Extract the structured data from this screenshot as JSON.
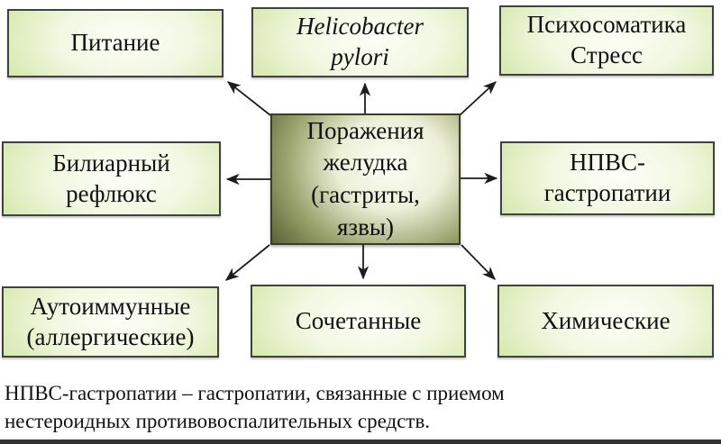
{
  "diagram": {
    "center": {
      "label": "Поражения\nжелудка\n(гастриты,\nязвы)"
    },
    "nodes": [
      {
        "id": "nutrition",
        "label": "Питание"
      },
      {
        "id": "hpylori",
        "label": "Helicobacter\npylori"
      },
      {
        "id": "psycho",
        "label": "Психосоматика\nСтресс"
      },
      {
        "id": "biliary",
        "label": "Билиарный\nрефлюкс"
      },
      {
        "id": "nsaid",
        "label": "НПВС-\nгастропатии"
      },
      {
        "id": "autoimmune",
        "label": "Аутоиммунные\n(аллергические)"
      },
      {
        "id": "combined",
        "label": "Сочетанные"
      },
      {
        "id": "chemical",
        "label": "Химические"
      }
    ]
  },
  "footer": {
    "note": "НПВС-гастропатии – гастропатии, связанные с приемом\nнестероидных противовоспалительных средств."
  },
  "colors": {
    "node_green": "#cfe3a0",
    "node_white": "#fdfef7",
    "center_dark": "#51572e",
    "center_olive": "#9aa26c",
    "center_light": "#fcfdf4",
    "border": "#414141",
    "arrow": "#1c1c1c",
    "footer_bar": "#333333"
  }
}
